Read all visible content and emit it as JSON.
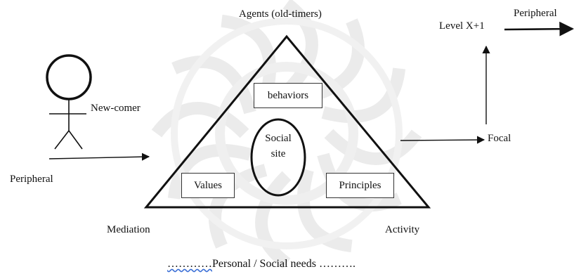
{
  "diagram": {
    "top_label": "Agents (old-timers)",
    "newcomer_label": "New-comer",
    "left_peripheral": "Peripheral",
    "mediation": "Mediation",
    "activity": "Activity",
    "boxes": {
      "behaviors": "behaviors",
      "values": "Values",
      "principles": "Principles"
    },
    "social_site": {
      "line1": "Social",
      "line2": "site"
    },
    "focal": "Focal",
    "level": "Level X+1",
    "right_peripheral": "Peripheral",
    "bottom_caption": {
      "dots_left": "…………",
      "text": "Personal / Social needs ",
      "dots_right": "……….",
      "note": "The dots directly before \"Personal\" are underlined with a blue spell-check squiggle."
    }
  },
  "colors": {
    "ink": "#111111",
    "watermark": "#dcdcdc",
    "spellcheck": "#3b6fd6"
  }
}
